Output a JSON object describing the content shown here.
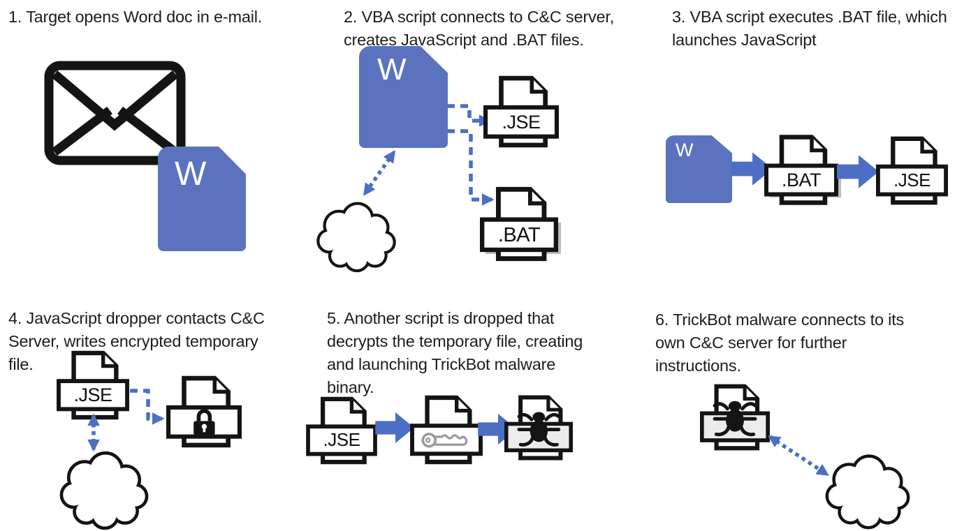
{
  "labels": {
    "word_initial": "W",
    "jse": ".JSE",
    "bat": ".BAT"
  },
  "steps": [
    {
      "id": 1,
      "lines": [
        "1. Target opens Word doc in e-mail."
      ]
    },
    {
      "id": 2,
      "lines": [
        "2. VBA script connects to C&C server,",
        "creates JavaScript and .BAT files."
      ]
    },
    {
      "id": 3,
      "lines": [
        "3. VBA script executes .BAT file, which",
        "launches JavaScript"
      ]
    },
    {
      "id": 4,
      "lines": [
        "4. JavaScript dropper contacts C&C",
        "Server, writes encrypted temporary",
        "file."
      ]
    },
    {
      "id": 5,
      "lines": [
        "5. Another script is dropped that",
        "decrypts the temporary file, creating",
        "and launching TrickBot malware",
        "binary."
      ]
    },
    {
      "id": 6,
      "lines": [
        "6. TrickBot malware connects to its",
        "own C&C server for further",
        "instructions."
      ]
    }
  ],
  "icons": {
    "envelope": "e-mail message",
    "word_doc": "Word document",
    "cloud": "C&C server cloud",
    "jse_file": "JavaScript encoded file",
    "bat_file": "batch file",
    "lock_file": "encrypted temporary file",
    "key_file": "decryptor script",
    "bug_file": "TrickBot malware binary"
  },
  "colors": {
    "doc_blue": "#5b73be",
    "arrow_blue": "#4d6fc3",
    "ink_black": "#141414",
    "key_gray": "#9b9b9b",
    "band_gray": "#ececec",
    "text": "#1d1d1d"
  }
}
